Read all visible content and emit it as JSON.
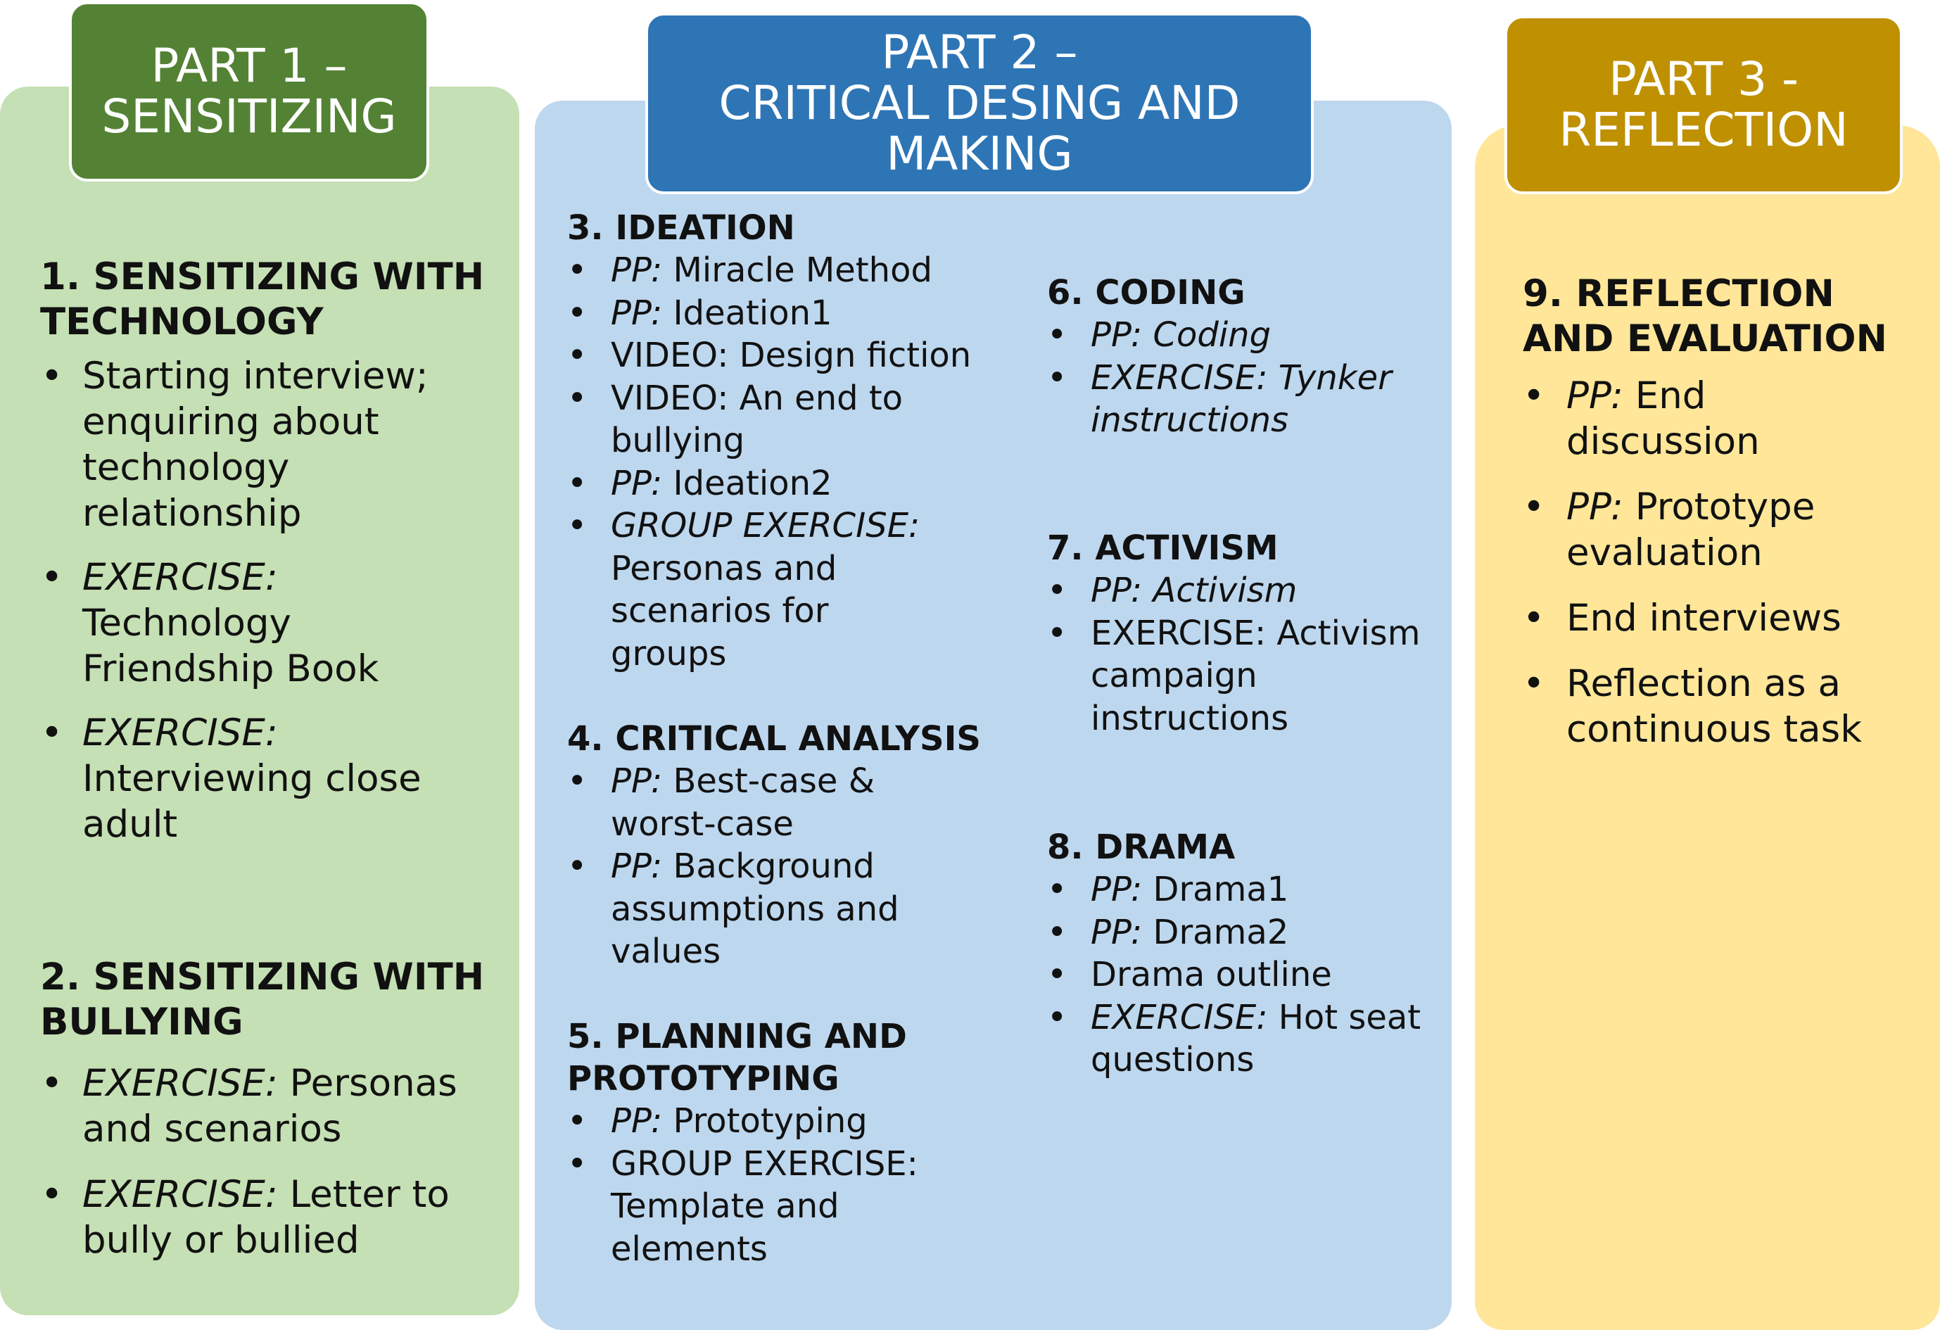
{
  "colors": {
    "part1_panel": "#c5e0b4",
    "part1_header": "#548235",
    "part2_panel": "#bdd7ee",
    "part2_header": "#2e75b6",
    "part3_panel": "#ffe699",
    "part3_header": "#bf9000"
  },
  "part1": {
    "header_line1": "PART 1 –",
    "header_line2": "SENSITIZING",
    "s1": {
      "title_line1": "1. SENSITIZING WITH",
      "title_line2": "TECHNOLOGY",
      "items": [
        {
          "pre": "",
          "it": "",
          "text": "Starting interview; enquiring about technology relationship"
        },
        {
          "pre": "",
          "it": "EXERCISE:",
          "text": " Technology Friendship Book"
        },
        {
          "pre": "",
          "it": "EXERCISE:",
          "text": " Interviewing close adult"
        }
      ]
    },
    "s2": {
      "title_line1": "2. SENSITIZING WITH",
      "title_line2": "BULLYING",
      "items": [
        {
          "it": "EXERCISE:",
          "text": " Personas and scenarios"
        },
        {
          "it": "EXERCISE:",
          "text": " Letter to bully or bullied"
        }
      ]
    }
  },
  "part2": {
    "header_line1": "PART 2 –",
    "header_line2": "CRITICAL DESING AND",
    "header_line3": "MAKING",
    "s3": {
      "title": "3. IDEATION",
      "items": [
        {
          "it": "PP:",
          "text": " Miracle Method"
        },
        {
          "it": "PP:",
          "text": " Ideation1"
        },
        {
          "it": "",
          "text": "VIDEO: Design fiction"
        },
        {
          "it": "",
          "text": "VIDEO: An end to bullying"
        },
        {
          "it": "PP:",
          "text": " Ideation2"
        },
        {
          "it": "GROUP EXERCISE:",
          "text": " Personas and  scenarios for groups"
        }
      ]
    },
    "s4": {
      "title": "4. CRITICAL ANALYSIS",
      "items": [
        {
          "it": "PP:",
          "text": " Best-case & worst-case"
        },
        {
          "it": "PP:",
          "text": " Background assumptions and values"
        }
      ]
    },
    "s5": {
      "title_line1": "5. PLANNING AND",
      "title_line2": "PROTOTYPING",
      "items": [
        {
          "it": "PP:",
          "text": " Prototyping"
        },
        {
          "it": "",
          "text": "GROUP EXERCISE: Template and elements"
        }
      ]
    },
    "s6": {
      "title": "6. CODING",
      "items": [
        {
          "it": "PP: Coding",
          "text": ""
        },
        {
          "it": "EXERCISE: Tynker instructions",
          "text": ""
        }
      ]
    },
    "s7": {
      "title": "7. ACTIVISM",
      "items": [
        {
          "it": "PP: Activism",
          "text": ""
        },
        {
          "it": "",
          "text": "EXERCISE: Activism campaign instructions"
        }
      ]
    },
    "s8": {
      "title": "8. DRAMA",
      "items": [
        {
          "it": "PP:",
          "text": " Drama1"
        },
        {
          "it": "PP:",
          "text": " Drama2"
        },
        {
          "it": "",
          "text": "Drama outline"
        },
        {
          "it": "EXERCISE:",
          "text": " Hot seat questions"
        }
      ]
    }
  },
  "part3": {
    "header_line1": "PART 3 -",
    "header_line2": "REFLECTION",
    "s9": {
      "title_line1": "9. REFLECTION",
      "title_line2": "AND EVALUATION",
      "items": [
        {
          "it": "PP:",
          "text": " End discussion"
        },
        {
          "it": "PP:",
          "text": " Prototype evaluation"
        },
        {
          "it": "",
          "text": "End interviews"
        },
        {
          "it": "",
          "text": "Reflection as a continuous task"
        }
      ]
    }
  }
}
